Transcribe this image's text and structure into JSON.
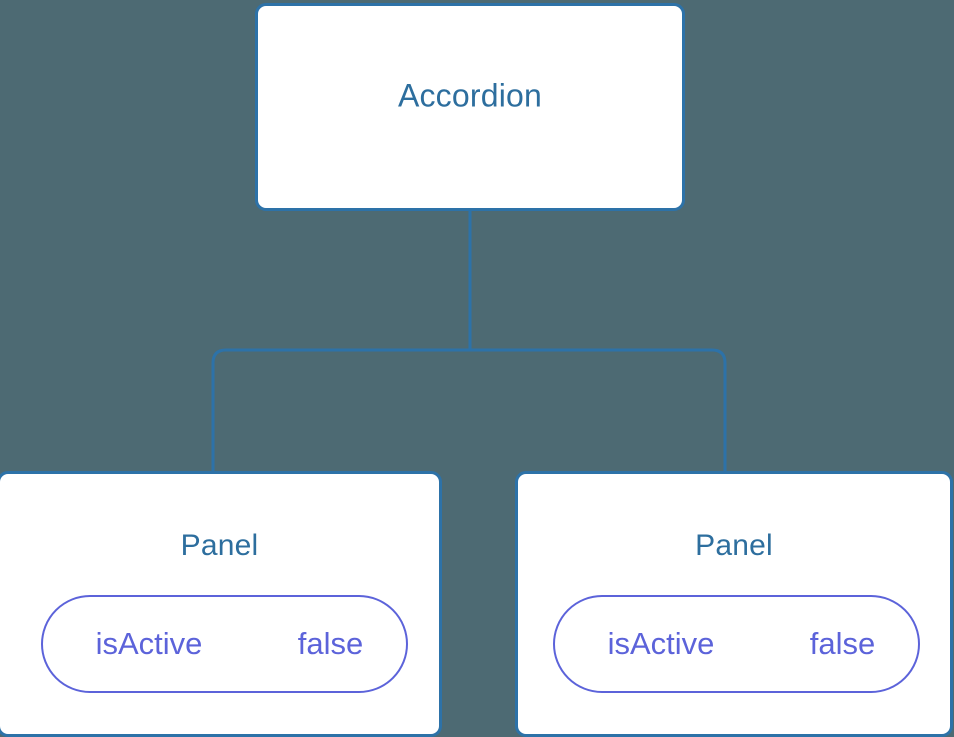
{
  "diagram": {
    "background_color": "#4d6a73",
    "node_border_color": "#2d72a8",
    "node_fill_color": "#ffffff",
    "title_text_color": "#2d6e9e",
    "pill_color": "#5c63da",
    "connector_color": "#2d72a8",
    "root": {
      "title": "Accordion"
    },
    "children": [
      {
        "title": "Panel",
        "state": {
          "key": "isActive",
          "value": "false"
        }
      },
      {
        "title": "Panel",
        "state": {
          "key": "isActive",
          "value": "false"
        }
      }
    ]
  }
}
